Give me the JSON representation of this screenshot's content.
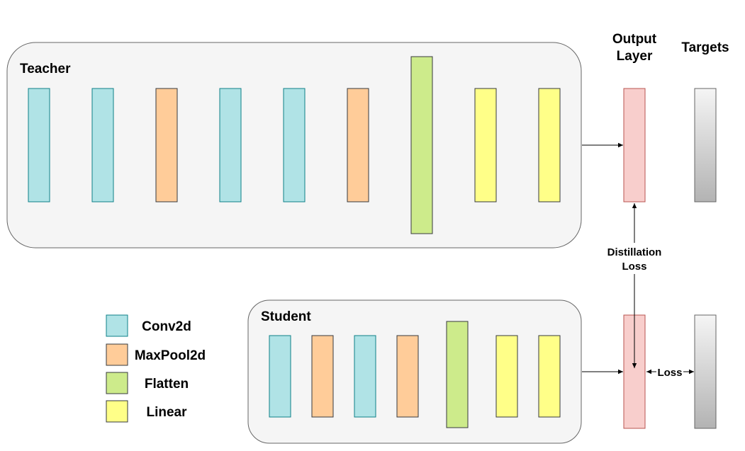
{
  "teacher": {
    "title": "Teacher",
    "layers": [
      "conv2d",
      "conv2d",
      "maxpool2d",
      "conv2d",
      "conv2d",
      "maxpool2d",
      "flatten",
      "linear",
      "linear"
    ]
  },
  "student": {
    "title": "Student",
    "layers": [
      "conv2d",
      "maxpool2d",
      "conv2d",
      "maxpool2d",
      "flatten",
      "linear",
      "linear"
    ]
  },
  "headers": {
    "output_line1": "Output",
    "output_line2": "Layer",
    "targets": "Targets"
  },
  "distillation": {
    "line1": "Distillation",
    "line2": "Loss"
  },
  "loss_label": "Loss",
  "legend": [
    {
      "type": "conv2d",
      "label": "Conv2d"
    },
    {
      "type": "maxpool2d",
      "label": "MaxPool2d"
    },
    {
      "type": "flatten",
      "label": "Flatten"
    },
    {
      "type": "linear",
      "label": "Linear"
    }
  ],
  "colors": {
    "conv2d": {
      "fill": "#b0e3e6",
      "stroke": "#0e8088"
    },
    "maxpool2d": {
      "fill": "#ffcc99",
      "stroke": "#36393d"
    },
    "flatten": {
      "fill": "#cdeb8b",
      "stroke": "#36393d"
    },
    "linear": {
      "fill": "#ffff88",
      "stroke": "#36393d"
    },
    "output": {
      "fill": "#f8cecc",
      "stroke": "#b85450"
    },
    "container": {
      "fill": "#f5f5f5",
      "stroke": "#666666"
    }
  }
}
